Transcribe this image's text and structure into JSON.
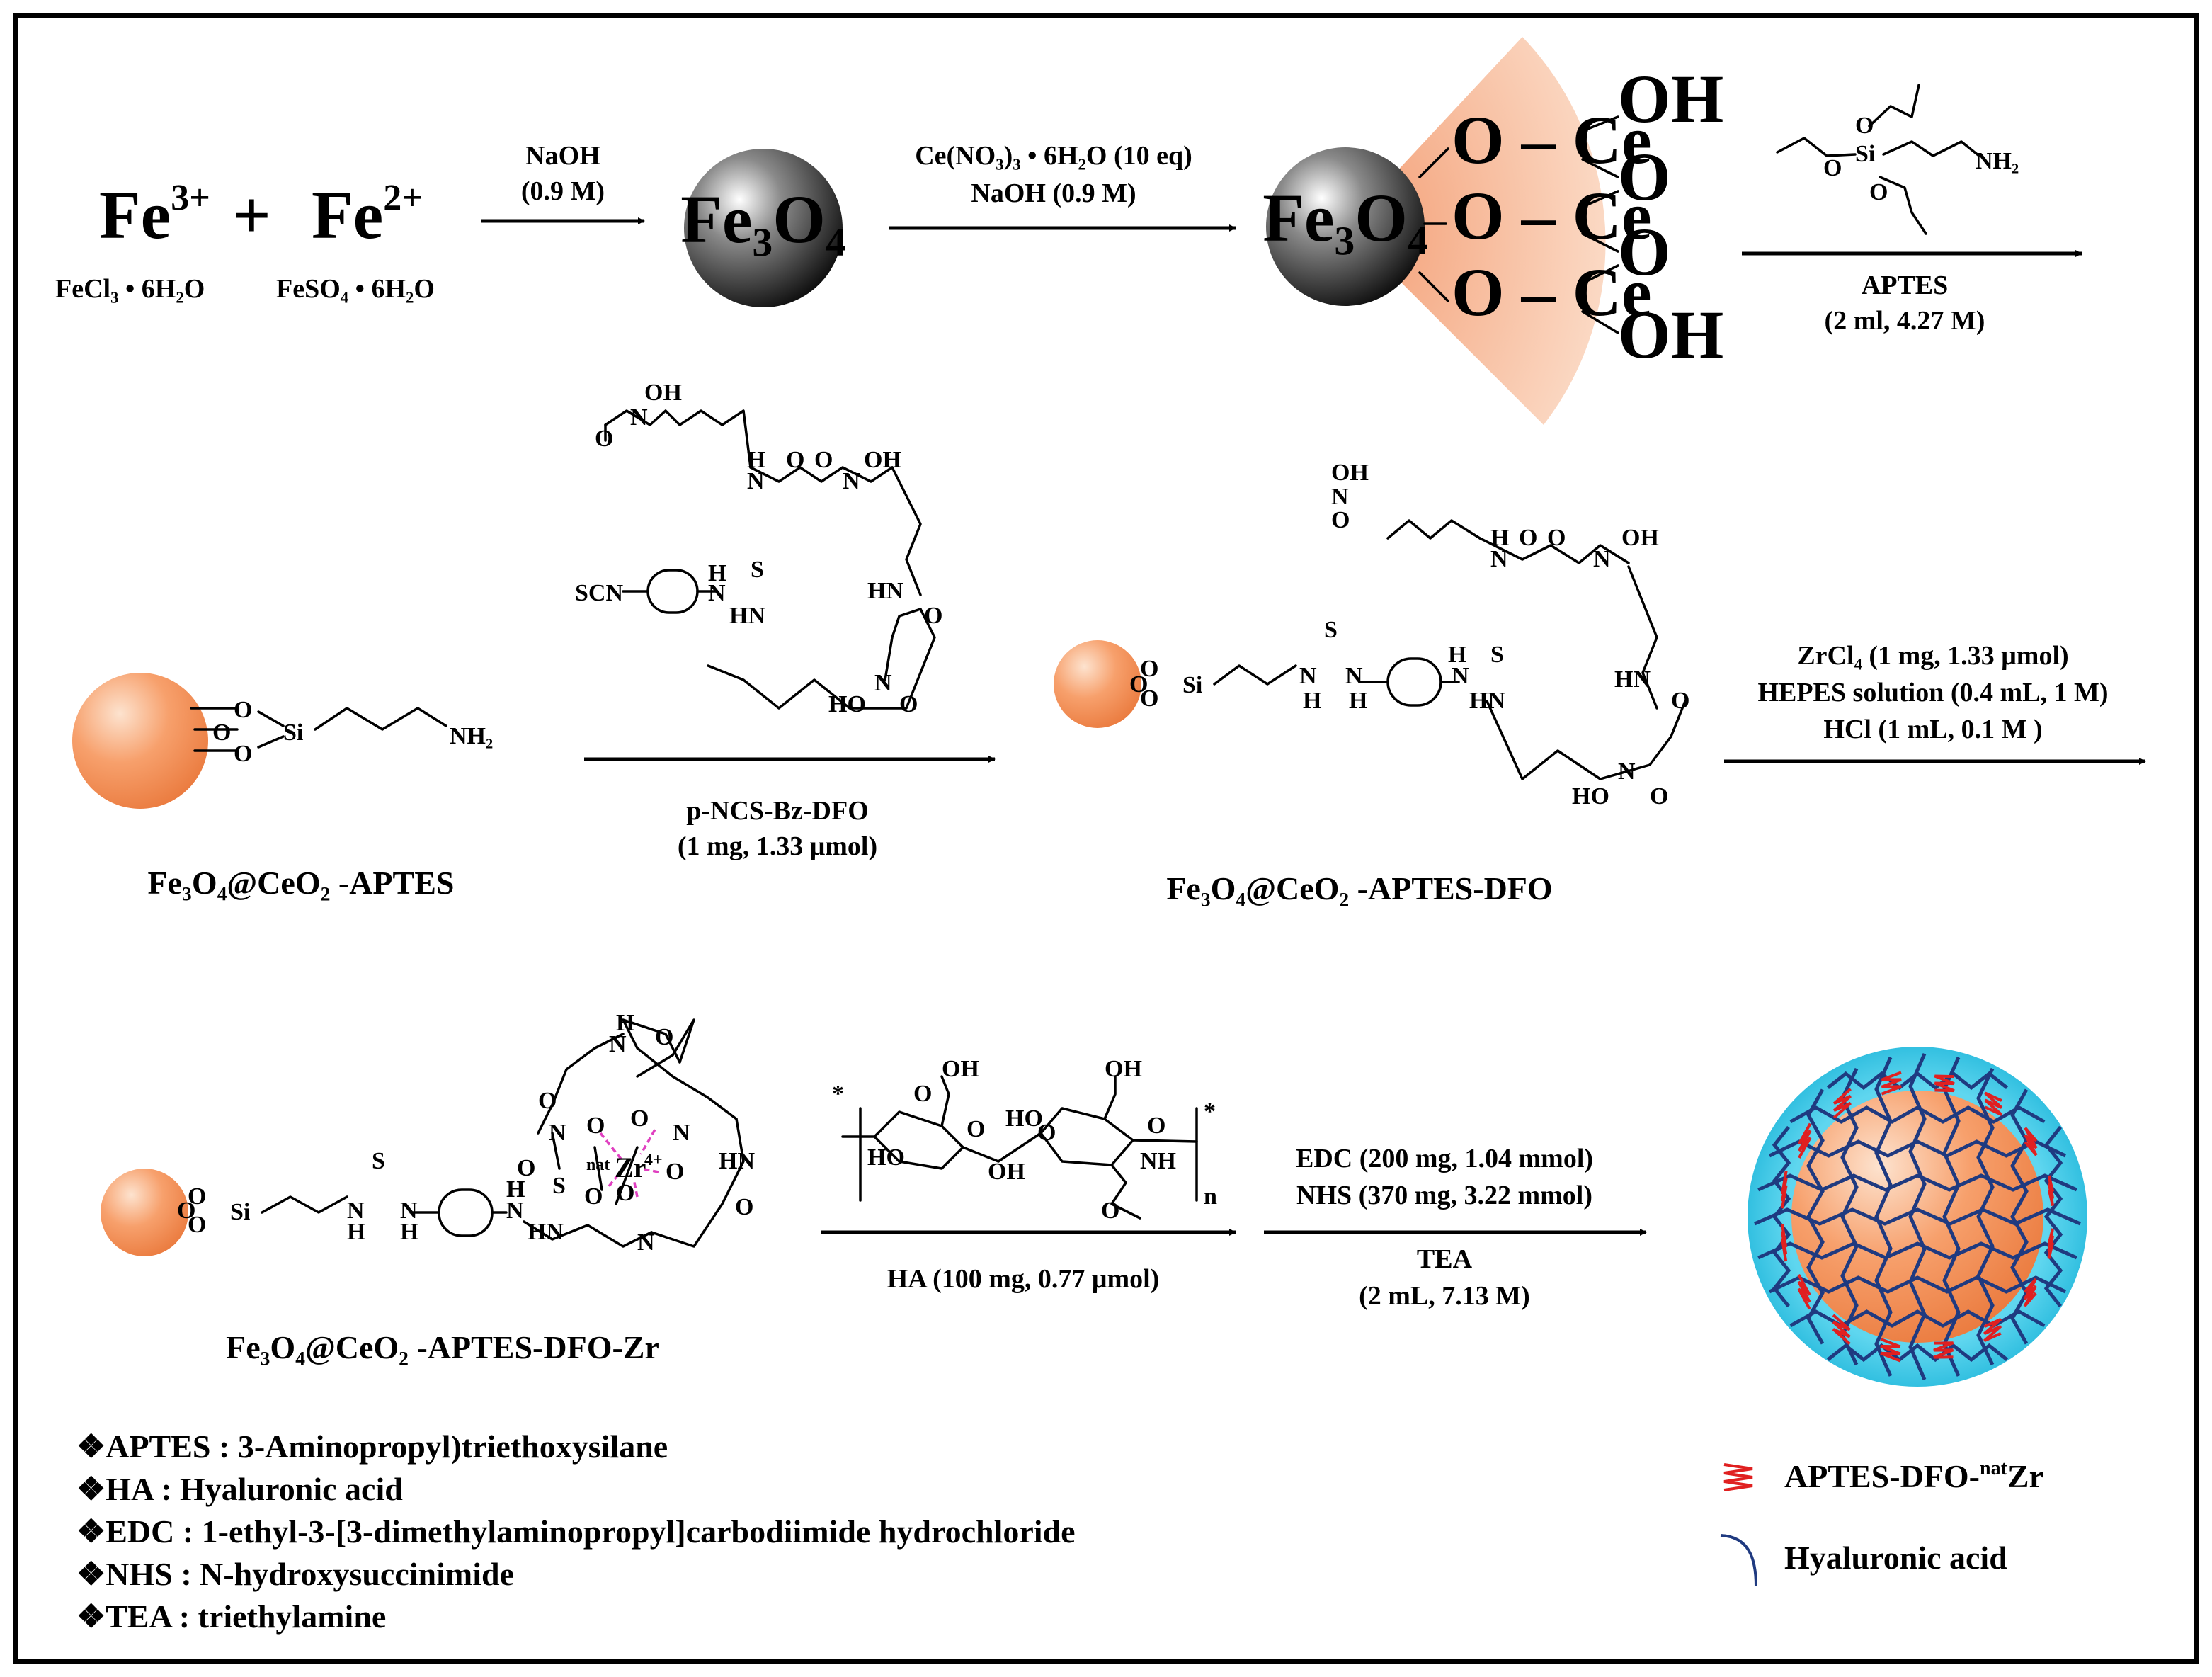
{
  "row1": {
    "fe3": "Fe",
    "fe3_sup": "3+",
    "plus": "+",
    "fe2": "Fe",
    "fe2_sup": "2+",
    "fecl3": "FeCl₃ • 6H₂O",
    "feso4": "FeSO₄ • 6H₂O",
    "arrow1_top": "NaOH",
    "arrow1_bottom": "(0.9 M)",
    "core1_label": "Fe₃O₄",
    "arrow2_top": "Ce(NO₃)₃ • 6H₂O (10 eq)",
    "arrow2_bottom": "NaOH (0.9 M)",
    "core2_label": "Fe₃O₄",
    "o_ce": "O – Ce",
    "oh": "OH",
    "o": "O",
    "aptes_nh2": "NH₂",
    "arrow3_top": "APTES",
    "arrow3_bottom": "(2 ml, 4.27 M)"
  },
  "row2": {
    "si": "Si",
    "o": "O",
    "nh2": "NH₂",
    "caption_left": "Fe₃O₄@CeO₂ -APTES",
    "dfo_atoms": [
      "O",
      "N",
      "OH",
      "H",
      "N",
      "O",
      "O",
      "N",
      "OH",
      "HN",
      "O",
      "N",
      "HO",
      "O",
      "SCN",
      "H",
      "N",
      "S",
      "HN"
    ],
    "arrow4_label": "p-NCS-Bz-DFO",
    "arrow4_sub": "(1 mg, 1.33 μmol)",
    "caption_mid": "Fe₃O₄@CeO₂ -APTES-DFO",
    "arrow5_l1": "ZrCl₄ (1 mg, 1.33 μmol)",
    "arrow5_l2": "HEPES solution (0.4 mL, 1 M)",
    "arrow5_l3": "HCl (1 mL, 0.1 M )"
  },
  "row3": {
    "caption_left": "Fe₃O₄@CeO₂ -APTES-DFO-Zr",
    "zr_sup": "nat",
    "zr": "Zr",
    "zr_charge": "4+",
    "ha_atoms": [
      "OH",
      "O",
      "HO",
      "O",
      "HO",
      "O",
      "OH",
      "OH",
      "O",
      "NH",
      "O",
      "*",
      "*",
      "n"
    ],
    "arrow6_label": "HA (100 mg, 0.77 μmol)",
    "arrow7_l1": "EDC (200 mg, 1.04 mmol)",
    "arrow7_l2": "NHS (370 mg, 3.22 mmol)",
    "arrow7_l3": "TEA",
    "arrow7_l4": "(2 mL, 7.13 M)"
  },
  "notes": [
    "❖APTES : 3-Aminopropyl)triethoxysilane",
    "❖HA : Hyaluronic acid",
    "❖EDC : 1-ethyl-3-[3-dimethylaminopropyl]carbodiimide hydrochloride",
    "❖NHS : N-hydroxysuccinimide",
    "❖TEA : triethylamine"
  ],
  "legend": {
    "item1": "APTES-DFO-",
    "item1_sup": "nat",
    "item1_end": "Zr",
    "item2": "Hyaluronic acid"
  },
  "colors": {
    "particle": "#f4955c",
    "shell_wedge": "#f7c7ab",
    "core_dark": "#2b2b2b",
    "ha_shell": "#36c8e6",
    "ha_chain": "#1f3a80",
    "linker": "#e02020",
    "zr_pink": "#e040c0",
    "zr_blue": "#1a22c8"
  }
}
